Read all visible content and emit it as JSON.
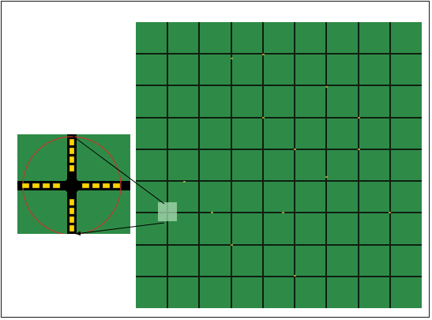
{
  "scene": {
    "description_free": true,
    "grid": {
      "rows": 9,
      "cols": 9,
      "ground_color": "#2e8b47",
      "road_color": "#0f1f12",
      "sparse_vehicle_color": "#c9b23a"
    },
    "selection": {
      "row": 5,
      "col": 1,
      "highlight_color": "#a9d9b2"
    },
    "inset": {
      "ground_color": "#2e8b47",
      "road_color": "#000000",
      "vehicle_color": "#ffd400",
      "circle_color": "#c0392b",
      "lanes": {
        "north": 4,
        "south": 4,
        "west": 4,
        "east": 4
      }
    },
    "connector_color": "#000000"
  }
}
